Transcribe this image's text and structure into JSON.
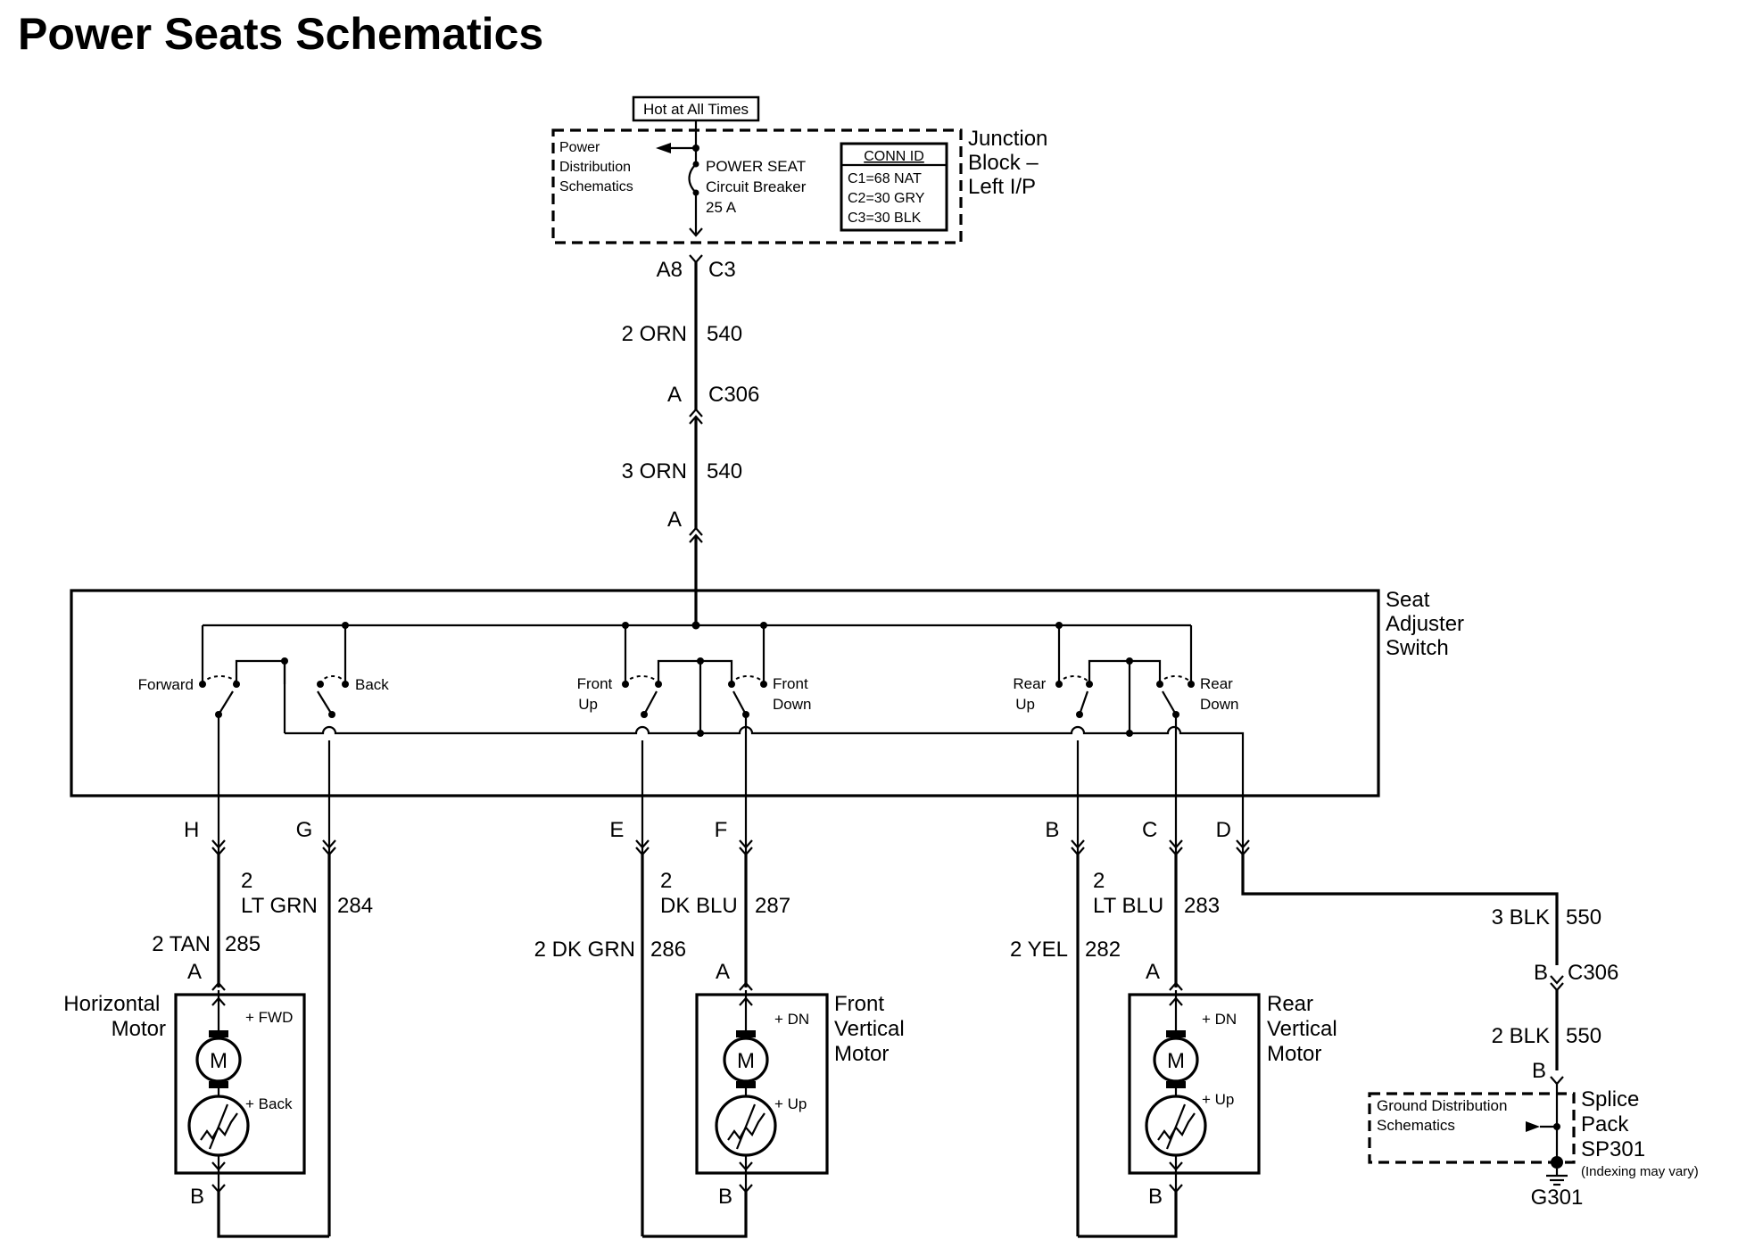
{
  "title": "Power Seats Schematics",
  "top": {
    "hot_label": "Hot at All Times",
    "pds": [
      "Power",
      "Distribution",
      "Schematics"
    ],
    "breaker": [
      "POWER SEAT",
      "Circuit Breaker",
      "25 A"
    ],
    "conn_id": {
      "header": "CONN ID",
      "rows": [
        "C1=68 NAT",
        "C2=30 GRY",
        "C3=30 BLK"
      ]
    },
    "junction_block": [
      "Junction",
      "Block –",
      "Left I/P"
    ]
  },
  "feed": {
    "pin_a8": "A8",
    "conn_c3": "C3",
    "wire1_gauge_color": "2 ORN",
    "wire1_circuit": "540",
    "pin_a1": "A",
    "conn_c306": "C306",
    "wire2_gauge_color": "3 ORN",
    "wire2_circuit": "540",
    "pin_a2": "A"
  },
  "switch": {
    "name": [
      "Seat",
      "Adjuster",
      "Switch"
    ],
    "forward": "Forward",
    "back": "Back",
    "front_up": [
      "Front",
      "Up"
    ],
    "front_down": [
      "Front",
      "Down"
    ],
    "rear_up": [
      "Rear",
      "Up"
    ],
    "rear_down": [
      "Rear",
      "Down"
    ]
  },
  "pins": {
    "H": "H",
    "G": "G",
    "E": "E",
    "F": "F",
    "B": "B",
    "C": "C",
    "D": "D"
  },
  "horizontal": {
    "wire_g": [
      "2",
      "LT GRN"
    ],
    "wire_g_circuit": "284",
    "wire_h": "2 TAN",
    "wire_h_circuit": "285",
    "pin_top": "A",
    "pin_bottom": "B",
    "motor_name": [
      "Horizontal",
      "Motor"
    ],
    "plus_top": "FWD",
    "plus_bottom": "Back"
  },
  "front": {
    "wire_f": [
      "2",
      "DK BLU"
    ],
    "wire_f_circuit": "287",
    "wire_e": "2 DK GRN",
    "wire_e_circuit": "286",
    "pin_top": "A",
    "pin_bottom": "B",
    "motor_name": [
      "Front",
      "Vertical",
      "Motor"
    ],
    "plus_top": "DN",
    "plus_bottom": "Up"
  },
  "rear": {
    "wire_c": [
      "2",
      "LT BLU"
    ],
    "wire_c_circuit": "283",
    "wire_b": "2 YEL",
    "wire_b_circuit": "282",
    "pin_top": "A",
    "pin_bottom": "B",
    "motor_name": [
      "Rear",
      "Vertical",
      "Motor"
    ],
    "plus_top": "DN",
    "plus_bottom": "Up"
  },
  "motor_letter": "M",
  "ground": {
    "wire1": "3 BLK",
    "wire1_circuit": "550",
    "pin_b1": "B",
    "conn": "C306",
    "wire2": "2 BLK",
    "wire2_circuit": "550",
    "pin_b2": "B",
    "gds": [
      "Ground Distribution",
      "Schematics"
    ],
    "splice": [
      "Splice",
      "Pack",
      "SP301"
    ],
    "indexing": "(Indexing may vary)",
    "ground_id": "G301"
  }
}
